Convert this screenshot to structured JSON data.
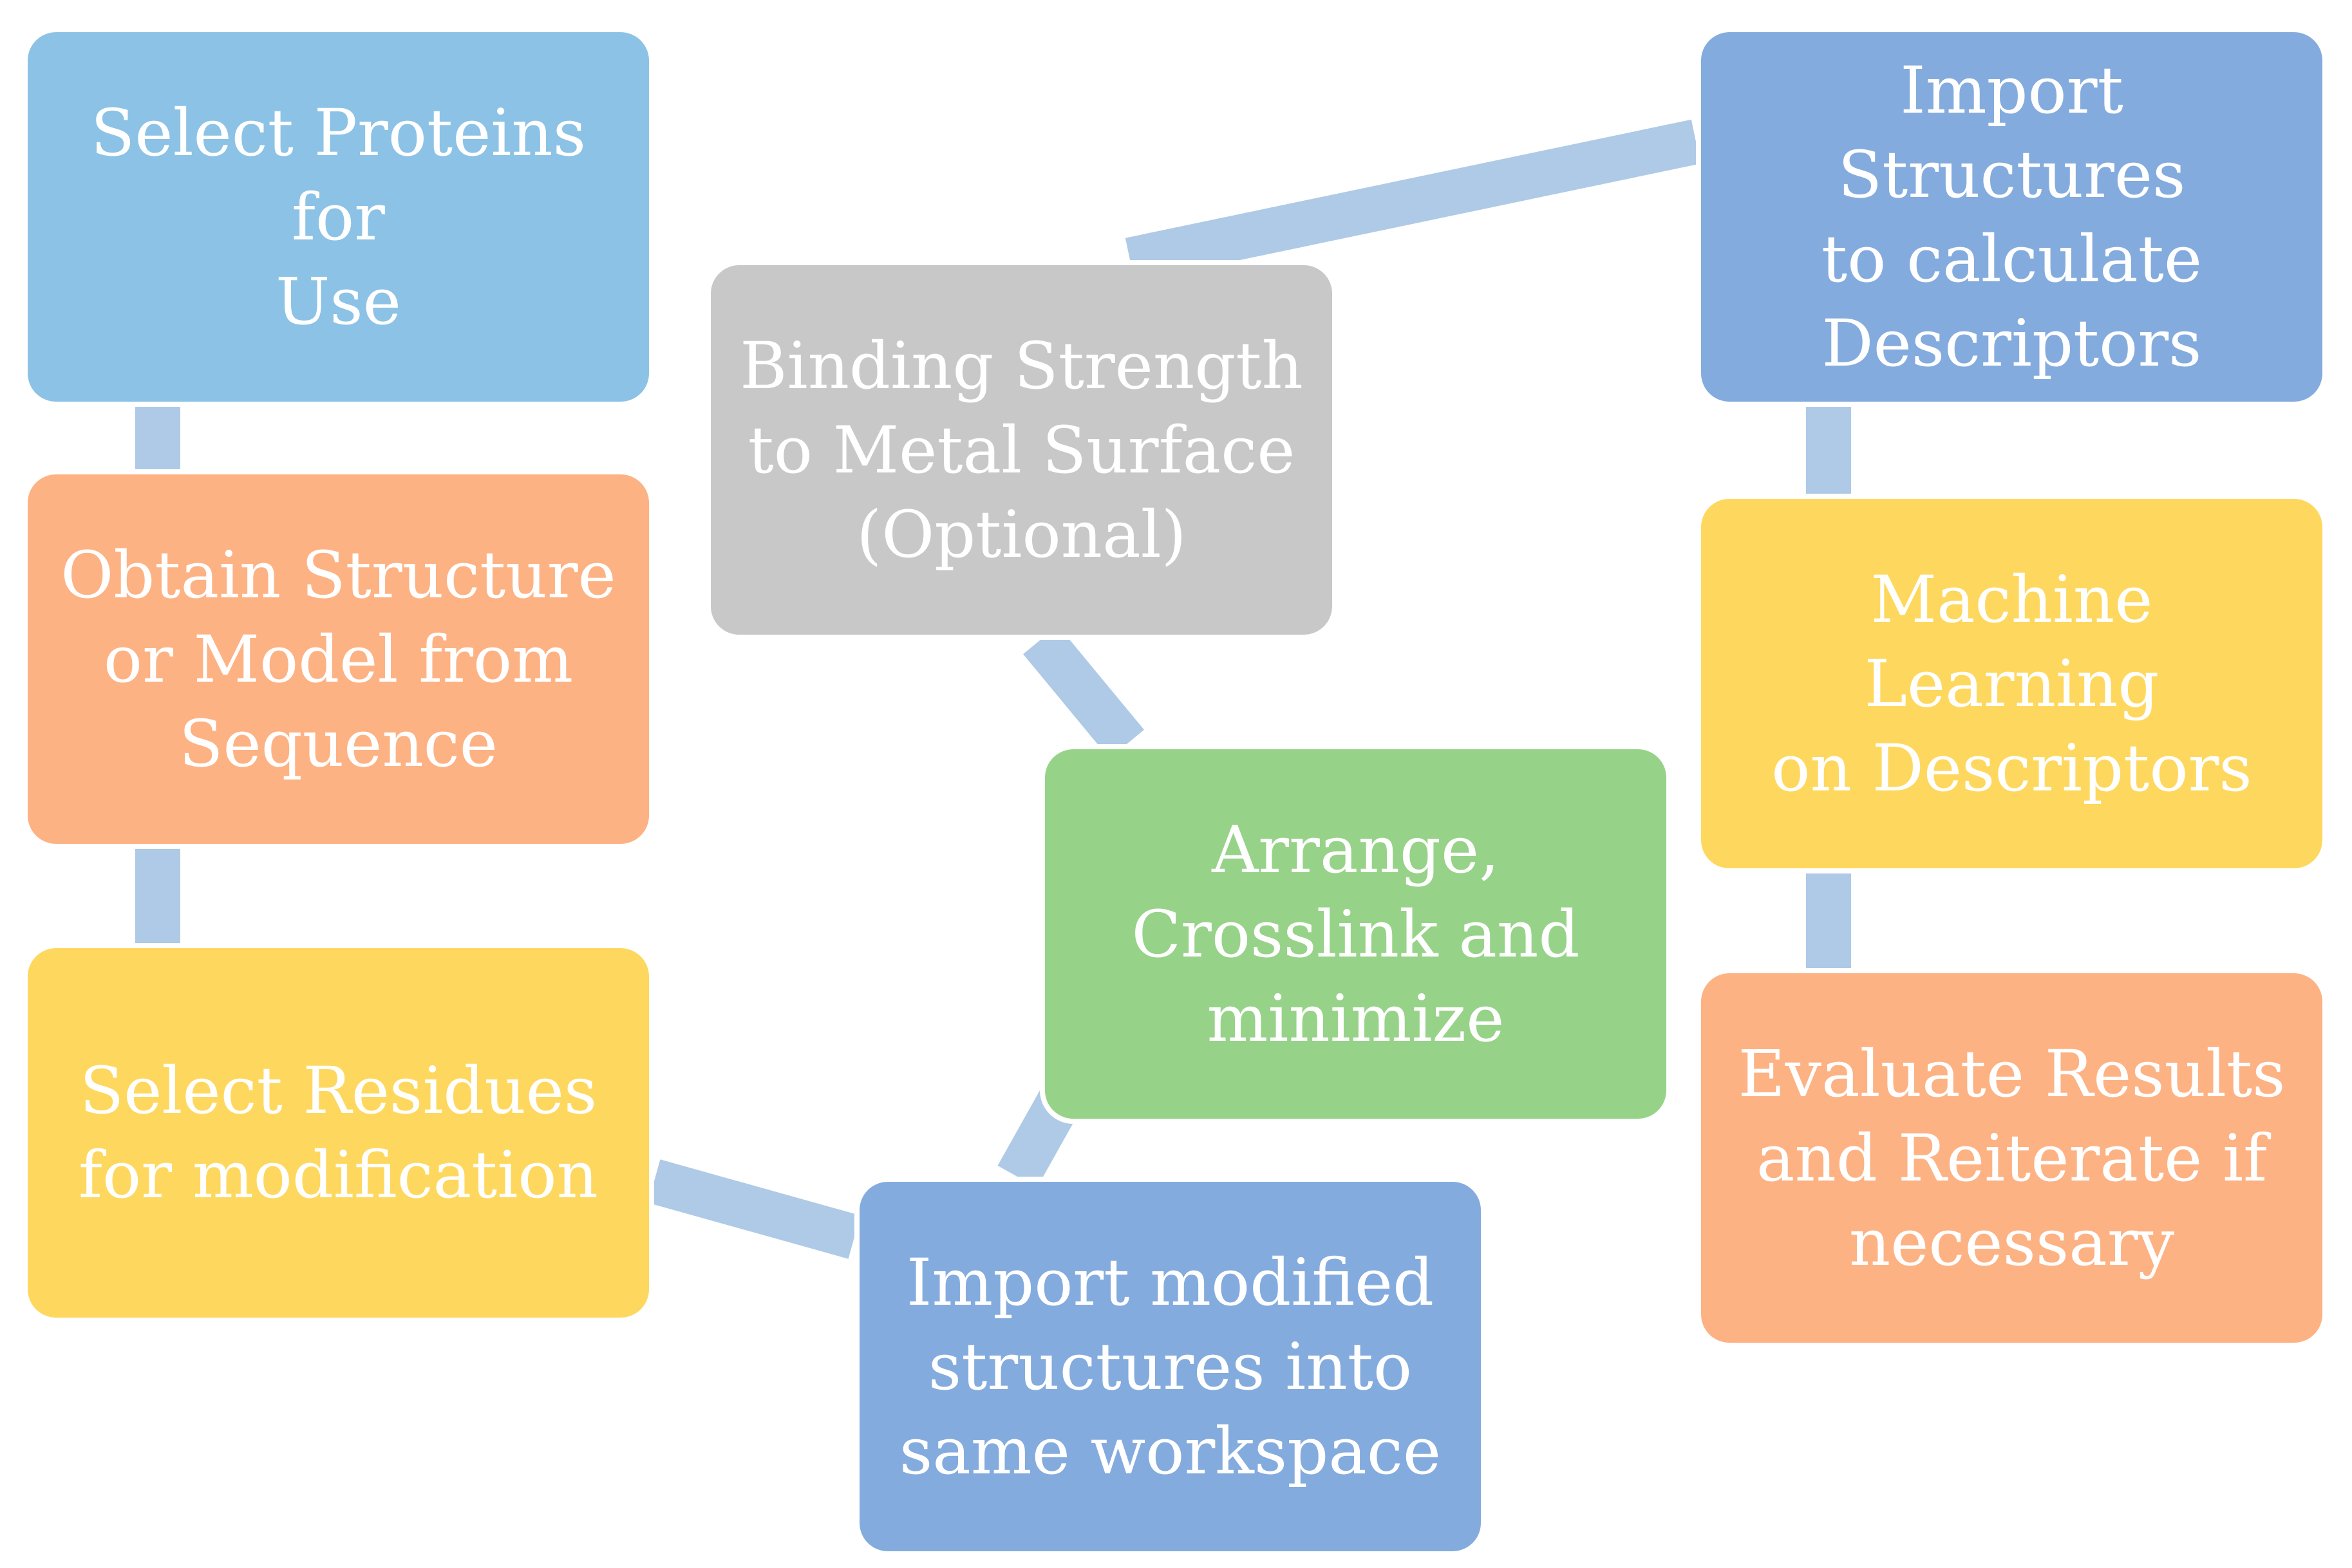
{
  "colors": {
    "connector": "#aecae6",
    "light_blue": "#8cc2e5",
    "orange": "#fdb284",
    "yellow": "#fed85e",
    "blue": "#84abdd",
    "green": "#97d289",
    "gray": "#c8c8c8",
    "text": "#ffffff"
  },
  "nodes": [
    {
      "id": "select-proteins",
      "label": "Select Proteins for\nUse",
      "color": "light_blue"
    },
    {
      "id": "obtain-structure",
      "label": "Obtain Structure\nor Model from\nSequence",
      "color": "orange"
    },
    {
      "id": "select-residues",
      "label": "Select Residues\nfor modification",
      "color": "yellow"
    },
    {
      "id": "import-modified",
      "label": "Import modified\nstructures into\nsame workspace",
      "color": "blue"
    },
    {
      "id": "arrange-crosslink",
      "label": "Arrange,\nCrosslink and\nminimize",
      "color": "green"
    },
    {
      "id": "binding-strength",
      "label": "Binding Strength\nto Metal Surface\n(Optional)",
      "color": "gray"
    },
    {
      "id": "import-structures",
      "label": "Import Structures\nto calculate\nDescriptors",
      "color": "blue"
    },
    {
      "id": "machine-learning",
      "label": "Machine Learning\non Descriptors",
      "color": "yellow"
    },
    {
      "id": "evaluate-results",
      "label": "Evaluate Results\nand Reiterate if\nnecessary",
      "color": "orange"
    }
  ]
}
